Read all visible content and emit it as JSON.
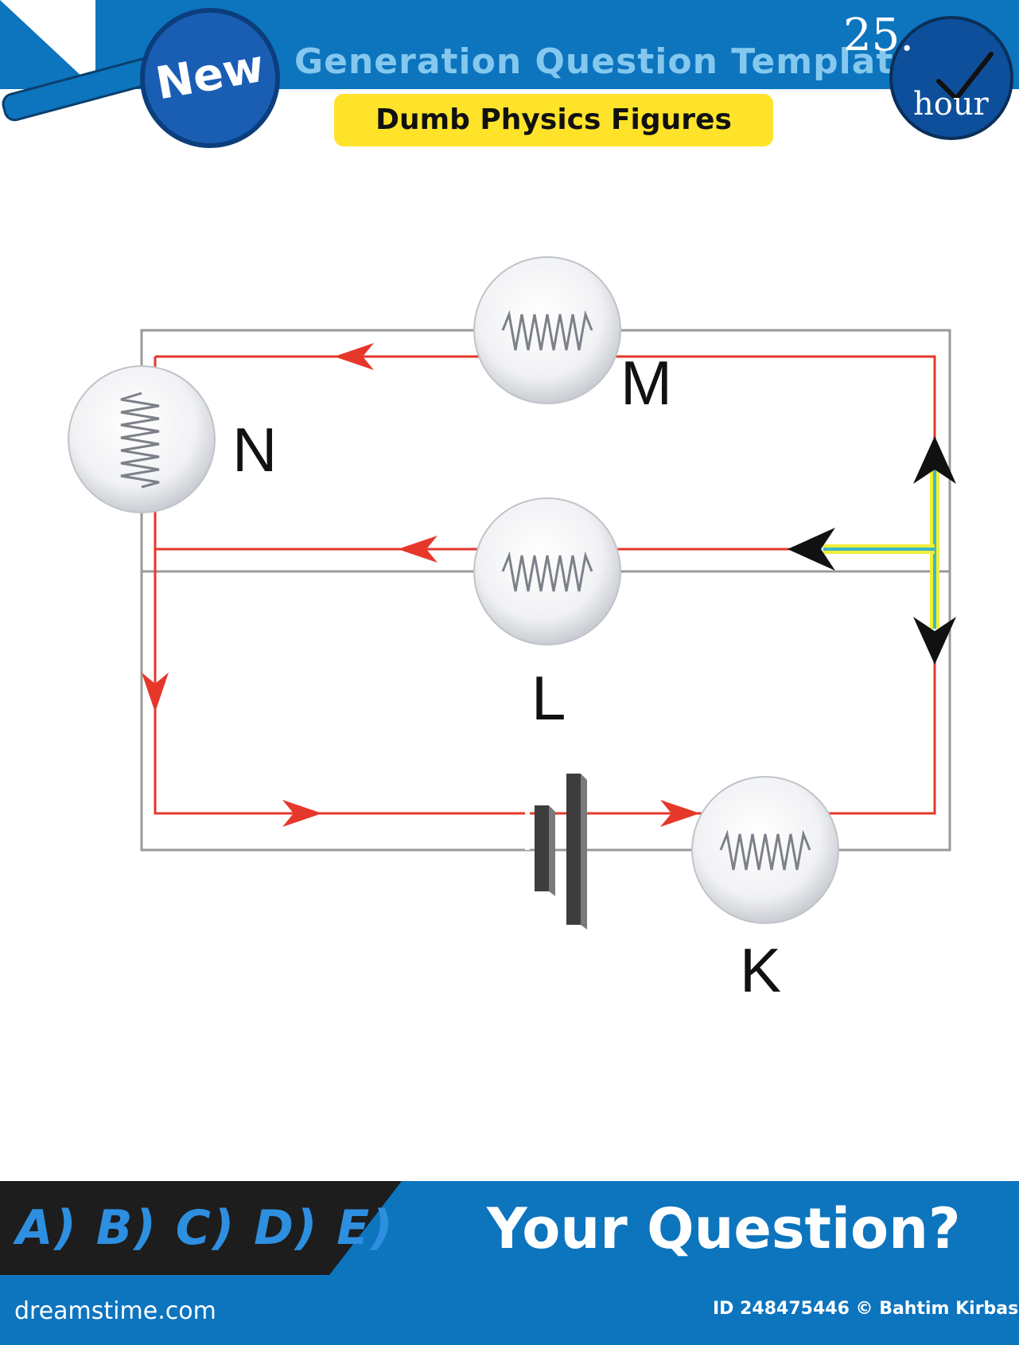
{
  "header": {
    "title": "Generation Question Template",
    "subtitle": "Dumb Physics Figures",
    "badge": "New",
    "clock_number": "25.",
    "clock_word": "hour"
  },
  "diagram": {
    "bulbs": [
      {
        "id": "M",
        "label": "M"
      },
      {
        "id": "N",
        "label": "N"
      },
      {
        "id": "L",
        "label": "L"
      },
      {
        "id": "K",
        "label": "K"
      }
    ],
    "colors": {
      "wire": "#9a9a9a",
      "current": "#e5372a",
      "arrow_black": "#111111",
      "junction_yellow": "#f2ee38",
      "junction_cyan": "#3ab9c9"
    }
  },
  "footer": {
    "options": "A) B) C) D) E)",
    "question": "Your Question?"
  },
  "credit": {
    "site": "dreamstime.com",
    "id_author": "ID 248475446 © Bahtim Kirbas"
  }
}
